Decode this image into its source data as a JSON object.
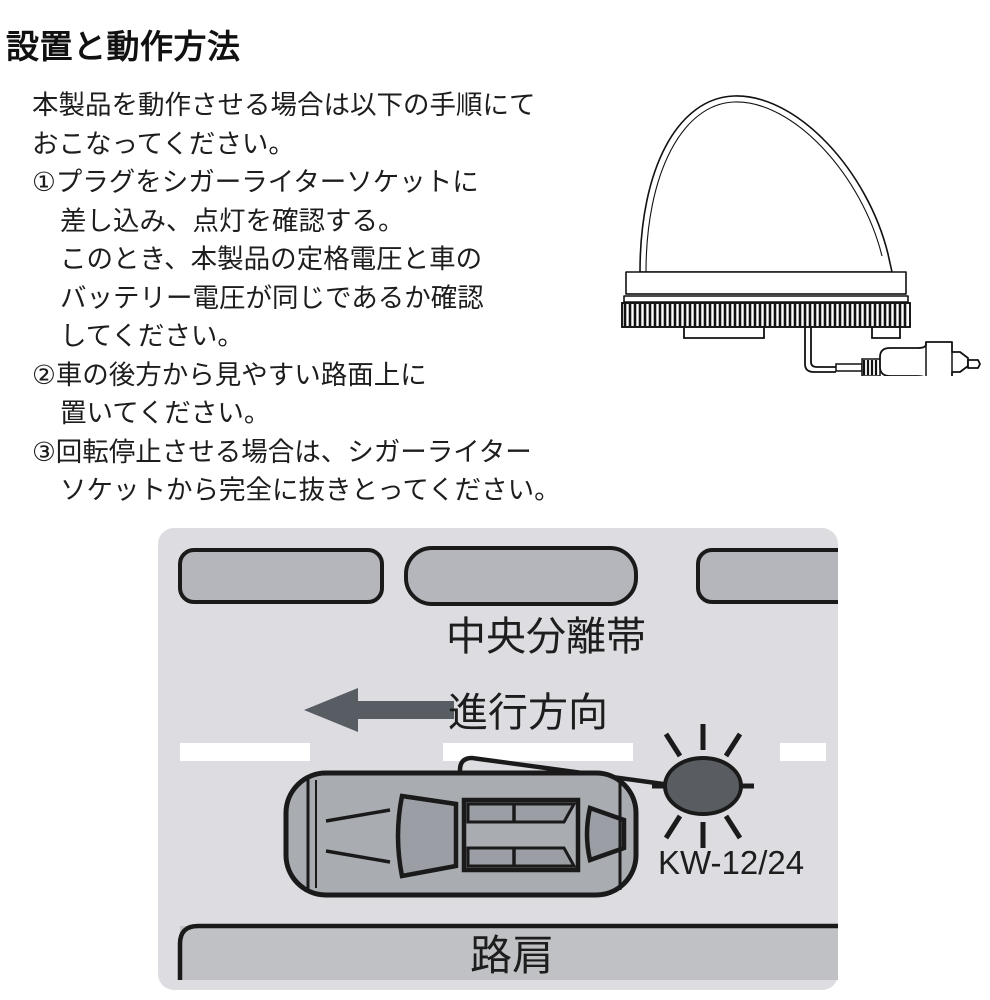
{
  "page": {
    "title": "設置と動作方法",
    "background_color": "#ffffff",
    "text_color": "#1d1d1d"
  },
  "instructions": {
    "lines": [
      {
        "text": "本製品を動作させる場合は以下の手順にて",
        "indent": false
      },
      {
        "text": "おこなってください。",
        "indent": false
      },
      {
        "text": "①プラグをシガーライターソケットに",
        "indent": false
      },
      {
        "text": "差し込み、点灯を確認する。",
        "indent": true
      },
      {
        "text": "このとき、本製品の定格電圧と車の",
        "indent": true
      },
      {
        "text": "バッテリー電圧が同じであるか確認",
        "indent": true
      },
      {
        "text": "してください。",
        "indent": true
      },
      {
        "text": "②車の後方から見やすい路面上に",
        "indent": false
      },
      {
        "text": "置いてください。",
        "indent": true
      },
      {
        "text": "③回転停止させる場合は、シガーライター",
        "indent": false
      },
      {
        "text": "ソケットから完全に抜きとってください。",
        "indent": true
      }
    ]
  },
  "product_figure": {
    "name": "rotating-beacon-lamp-with-cigarette-plug",
    "parts": [
      "dome-lens",
      "base-collar",
      "ribbed-base-ring",
      "mounting-feet",
      "power-cable",
      "cigarette-lighter-plug"
    ],
    "line_color": "#111111",
    "fill_color": "#ffffff"
  },
  "road_diagram": {
    "labels": {
      "median": "中央分離帯",
      "direction": "進行方向",
      "shoulder": "路肩",
      "model": "KW-12/24"
    },
    "colors": {
      "road_surface": "#dcdce1",
      "median_block": "#b4b6bb",
      "shoulder_band": "#bfc1c5",
      "lane_marking": "#ffffff",
      "arrow": "#585d63",
      "beacon": "#595d62",
      "outline": "#1a1a1a",
      "car_body": "#a9acb1",
      "car_glass": "#9b9ea4"
    },
    "median_blocks": 3,
    "lane_dashes": 3,
    "elements": [
      "median-strip-blocks",
      "median-label",
      "direction-arrow",
      "direction-label",
      "lane-dashed-markings",
      "car-top-view",
      "beacon-marker",
      "beacon-cable",
      "model-label",
      "shoulder-band",
      "shoulder-label"
    ]
  }
}
